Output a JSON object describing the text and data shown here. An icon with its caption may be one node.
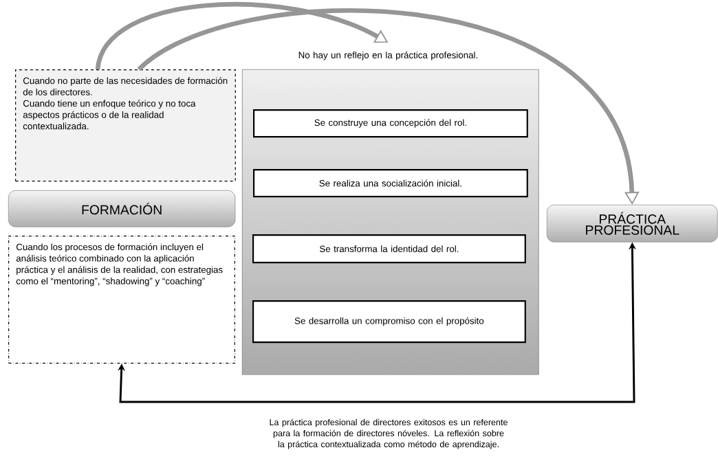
{
  "diagram": {
    "nodes": [
      {
        "text": [
          "Cuando no parte de las necesidades de formación de los directores.",
          "Cuando tiene un enfoque teórico y no toca aspectos prácticos o de la realidad contextualizada."
        ]
      },
      {
        "text": [
          "FORMACIÓN"
        ]
      },
      {
        "text": [
          "Cuando los procesos de formación incluyen el análisis teórico combinado con la aplicación práctica y el análisis de la realidad, con estrategias como el “mentoring”, “shadowing” y “coaching”"
        ]
      },
      {
        "text": [],
        "shape": "box"
      },
      {
        "text": [
          "Se construye una concepción del rol."
        ],
        "in": 3
      },
      {
        "text": [
          "Se realiza una socialización inicial."
        ],
        "in": 3
      },
      {
        "text": [
          "Se transforma la identidad del rol."
        ],
        "in": 3
      },
      {
        "text": [
          "Se desarrolla un compromiso con el propósito"
        ],
        "in": 3
      },
      {
        "text": [
          "PRÁCTICA PROFESIONAL"
        ]
      },
      {
        "text": [
          "No hay un reflejo en la práctica profesional."
        ]
      }
    ],
    "edges": [
      {
        "from": 0,
        "to": 9,
        "arrow": "to"
      },
      {
        "from": 0,
        "to": 8,
        "arrow": "to"
      },
      {
        "from": 8,
        "to": 2,
        "arrow": "both",
        "color": "#000000"
      }
    ],
    "labels": [
      "La práctica profesional de directores exitosos es un referente para la formación de directores nóveles. La reflexión sobre la práctica contextualizada como método de aprendizaje."
    ]
  }
}
